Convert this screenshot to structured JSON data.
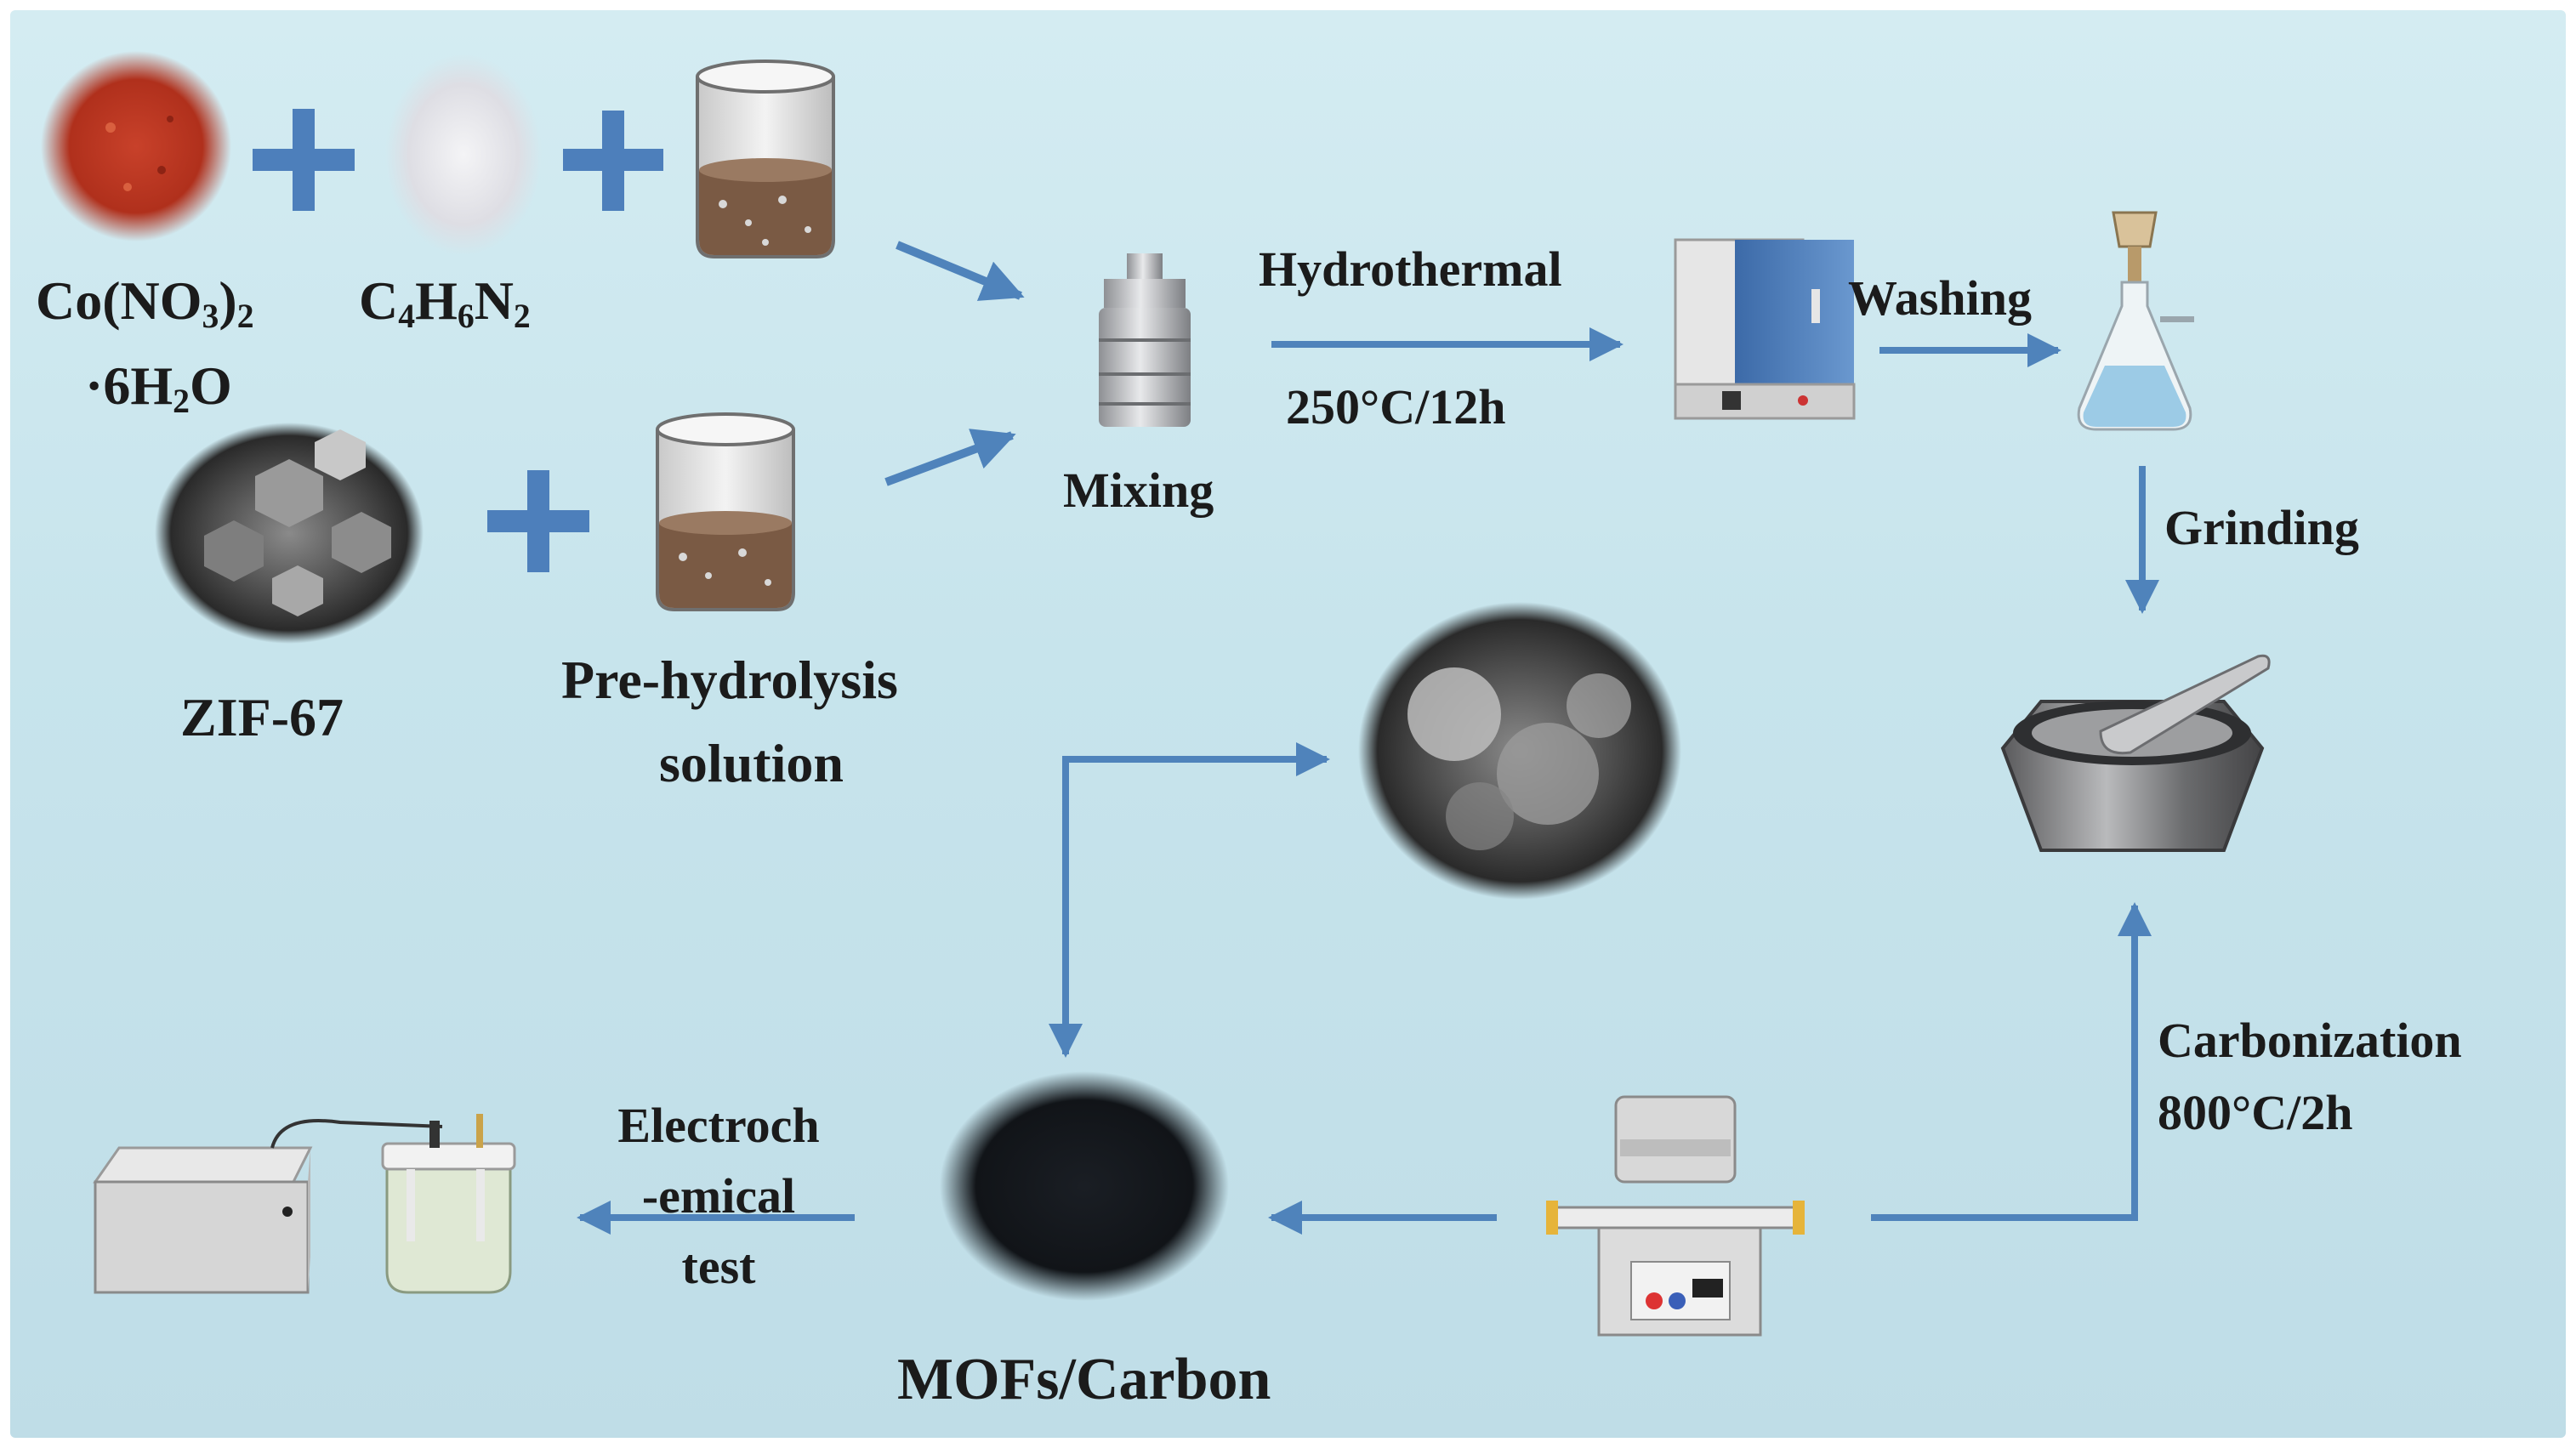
{
  "labels": {
    "cobalt_nitrate_l1_a": "Co(NO",
    "cobalt_nitrate_l1_sub3": "3",
    "cobalt_nitrate_l1_b": ")",
    "cobalt_nitrate_l1_sub2": "2",
    "cobalt_nitrate_l2_a": "·6H",
    "cobalt_nitrate_l2_sub2": "2",
    "cobalt_nitrate_l2_b": "O",
    "imidazole_c": "C",
    "imidazole_sub4": "4",
    "imidazole_h": "H",
    "imidazole_sub6": "6",
    "imidazole_n": "N",
    "imidazole_sub2": "2",
    "zif67": "ZIF-67",
    "prehydrolysis_l1": "Pre-hydrolysis",
    "prehydrolysis_l2": "solution",
    "mixing": "Mixing",
    "hydrothermal": "Hydrothermal",
    "hydrothermal_cond": "250°C/12h",
    "washing": "Washing",
    "grinding": "Grinding",
    "carbonization": "Carbonization",
    "carbonization_cond": "800°C/2h",
    "electrochem_l1": "Electroch",
    "electrochem_l2": "-emical",
    "electrochem_l3": "test",
    "mofs_carbon": "MOFs/Carbon"
  },
  "colors": {
    "arrow": "#4f83bb",
    "plus": "#4d7fbb",
    "text": "#1b1b1b"
  },
  "icons": [
    "cobalt-nitrate-powder-icon",
    "imidazole-powder-icon",
    "beaker-icon",
    "zif67-sem-image-icon",
    "autoclave-icon",
    "oven-icon",
    "filter-flask-icon",
    "mortar-pestle-icon",
    "sem-image-icon",
    "tube-furnace-icon",
    "carbon-powder-icon",
    "potentiostat-icon",
    "electrochemical-cell-icon"
  ]
}
